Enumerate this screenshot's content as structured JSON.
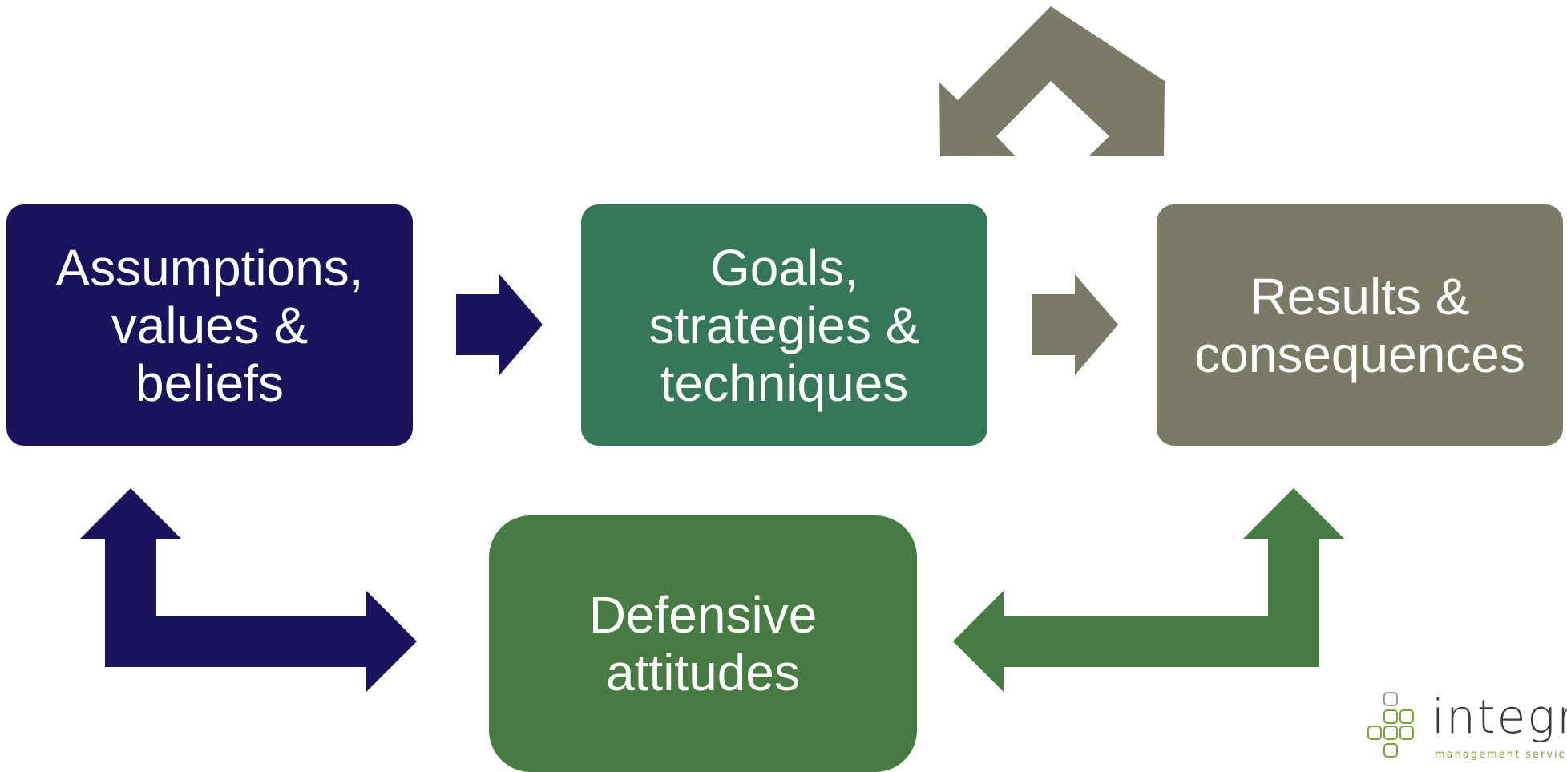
{
  "colors": {
    "navy": "#1a135c",
    "teal_green": "#357758",
    "olive_gray": "#7a7a66",
    "green": "#477b43",
    "logo_green": "#7aa43a",
    "logo_gray": "#3a3a3a",
    "text": "#ffffff"
  },
  "diagram": {
    "boxes": {
      "assumptions": {
        "label": "Assumptions,\nvalues &\nbeliefs",
        "color": "#1a135c"
      },
      "goals": {
        "label": "Goals,\nstrategies &\ntechniques",
        "color": "#357758"
      },
      "results": {
        "label": "Results &\nconsequences",
        "color": "#7a7a66"
      },
      "defensive": {
        "label": "Defensive\nattitudes",
        "color": "#477b43"
      }
    },
    "connectors": [
      {
        "name": "arrow-assumptions-to-goals",
        "from": "assumptions",
        "to": "goals",
        "color": "#1a135c"
      },
      {
        "name": "arrow-goals-to-results",
        "from": "goals",
        "to": "results",
        "color": "#7a7a66"
      },
      {
        "name": "arrow-results-up-split",
        "from": "results",
        "to": "up",
        "color": "#7a7a66"
      },
      {
        "name": "arrow-defensive-to-assumptions",
        "from": "defensive",
        "to": "assumptions",
        "color": "#1a135c"
      },
      {
        "name": "arrow-results-to-defensive",
        "from": "results",
        "to": "defensive",
        "color": "#477b43"
      }
    ]
  },
  "logo": {
    "word": "integr",
    "tagline": "management servic"
  }
}
